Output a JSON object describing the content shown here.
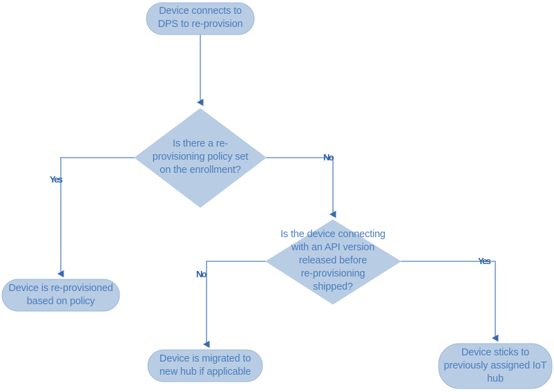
{
  "diagram": {
    "title": "DPS re-provisioning decision flow",
    "background_color": "#ffffff",
    "node_fill": "#b8cce4",
    "node_stroke": "#9cb8d9",
    "node_text_color": "#4a7ebb",
    "connector_color": "#6f97c9",
    "arrowhead_color": "#3a6aaf",
    "label_text_color": "#2e5fa3"
  },
  "nodes": [
    {
      "id": "start",
      "shape": "rounded-rect",
      "name": "node-device-connects-to-dps",
      "text": "Device connects to\nDPS to re-provision"
    },
    {
      "id": "decision-policy",
      "shape": "diamond",
      "name": "decision-reprovisioning-policy",
      "text": "Is there a re-\nprovisioning policy set\non the enrollment?"
    },
    {
      "id": "decision-api",
      "shape": "diamond",
      "name": "decision-api-version",
      "text": "Is the device connecting\nwith an API version\nreleased before\nre-provisioning\nshipped?"
    },
    {
      "id": "outcome-policy",
      "shape": "rounded-rect",
      "name": "outcome-reprovisioned-by-policy",
      "text": "Device is re-provisioned\nbased on policy"
    },
    {
      "id": "outcome-migrated",
      "shape": "rounded-rect",
      "name": "outcome-migrated-new-hub",
      "text": "Device is migrated to\nnew hub if applicable"
    },
    {
      "id": "outcome-sticks",
      "shape": "rounded-rect",
      "name": "outcome-sticks-to-iot-hub",
      "text": "Device sticks to\npreviously assigned IoT\nhub"
    }
  ],
  "edge_labels": [
    {
      "id": "policy-yes",
      "name": "edge-label-policy-yes",
      "text": "Yes"
    },
    {
      "id": "policy-no",
      "name": "edge-label-policy-no",
      "text": "No"
    },
    {
      "id": "api-no",
      "name": "edge-label-api-no",
      "text": "No"
    },
    {
      "id": "api-yes",
      "name": "edge-label-api-yes",
      "text": "Yes"
    }
  ]
}
